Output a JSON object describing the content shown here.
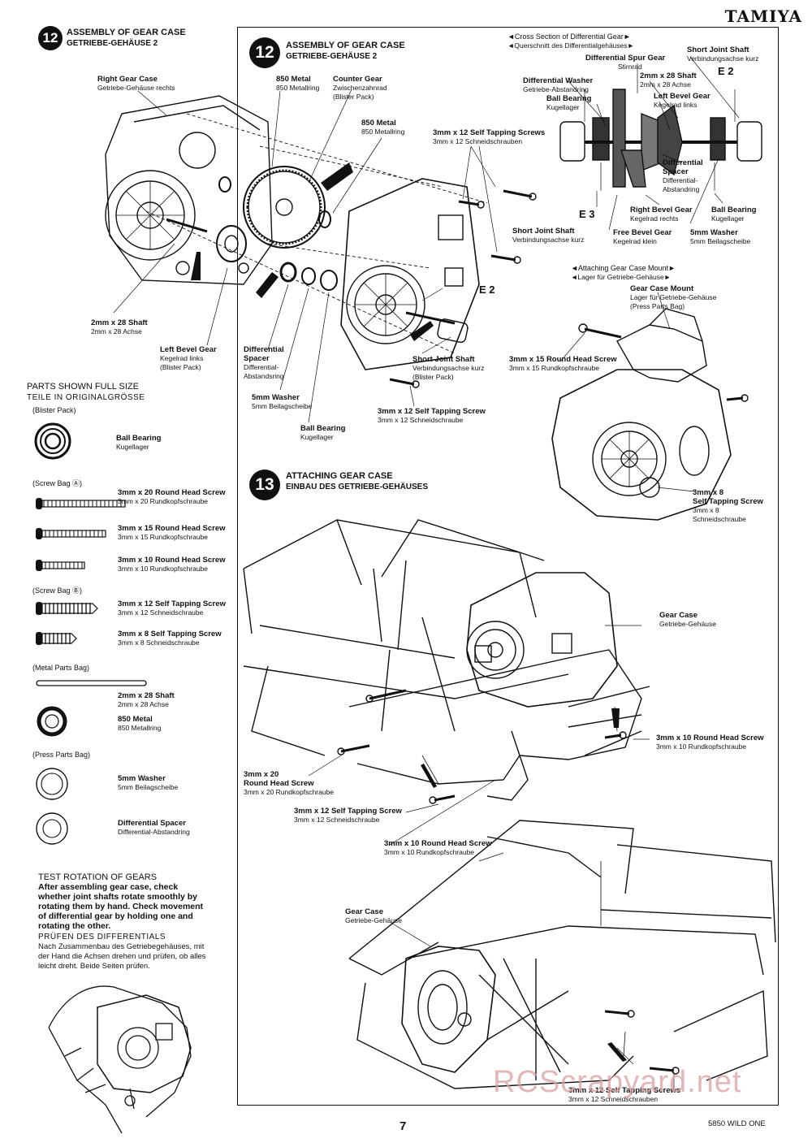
{
  "brand": "TAMIYA",
  "step12_left": {
    "number": "12",
    "title_en": "ASSEMBLY OF GEAR CASE",
    "title_de": "GETRIEBE-GEHÄUSE 2"
  },
  "step12_right": {
    "number": "12",
    "title_en": "ASSEMBLY OF GEAR CASE",
    "title_de": "GETRIEBE-GEHÄUSE 2"
  },
  "step13": {
    "number": "13",
    "title_en": "ATTACHING GEAR CASE",
    "title_de": "EINBAU DES GETRIEBE-GEHÄUSES"
  },
  "labels": {
    "right_gear_case": {
      "en": "Right Gear Case",
      "de": "Getriebe-Gehäuse rechts"
    },
    "metal_850_a": {
      "en": "850 Metal",
      "de": "850 Metallring"
    },
    "counter_gear": {
      "en": "Counter Gear",
      "de": "Zwischenzahnrad",
      "pack": "(Blister Pack)"
    },
    "metal_850_b": {
      "en": "850 Metal",
      "de": "850 Metallring"
    },
    "self_tap_screws": {
      "en": "3mm x 12 Self Tapping Screws",
      "de": "3mm x 12 Schneidschrauben"
    },
    "shaft_2x28": {
      "en": "2mm x 28 Shaft",
      "de": "2mm x 28 Achse"
    },
    "left_bevel_gear": {
      "en": "Left Bevel Gear",
      "de": "Kegelrad links",
      "pack": "(Blister Pack)"
    },
    "diff_spacer": {
      "en": "Differential Spacer",
      "de": "Differential-Abstandsring"
    },
    "short_joint_shaft": {
      "en": "Short Joint Shaft",
      "de": "Verbindungsachse kurz",
      "pack": "(Blister Pack)"
    },
    "e2": "E 2",
    "washer_5mm": {
      "en": "5mm Washer",
      "de": "5mm Beilagscheibe"
    },
    "ball_bearing": {
      "en": "Ball Bearing",
      "de": "Kugellager"
    },
    "self_tap_screw": {
      "en": "3mm x 12 Self Tapping Screw",
      "de": "3mm x 12 Schneidschraube"
    }
  },
  "cross_section": {
    "title_en": "◄Cross Section of Differential Gear►",
    "title_de": "◄Querschnitt des Differentialgehäuses►",
    "short_joint_shaft": {
      "en": "Short Joint Shaft",
      "de": "Verbindungsachse kurz"
    },
    "diff_spur_gear": {
      "en": "Differential Spur Gear",
      "de": "Stirnrad"
    },
    "e2": "E 2",
    "diff_washer": {
      "en": "Differential Washer",
      "de": "Getriebe-Abstandring"
    },
    "shaft": {
      "en": "2mm x 28 Shaft",
      "de": "2mm x 28 Achse"
    },
    "ball_bearing_l": {
      "en": "Ball Bearing",
      "de": "Kugellager"
    },
    "left_bevel": {
      "en": "Left Bevel Gear",
      "de": "Kegelrad links"
    },
    "diff_spacer": {
      "en": "Differential Spacer",
      "de": "Differential-Abstandring"
    },
    "e3": "E 3",
    "right_bevel": {
      "en": "Right Bevel Gear",
      "de": "Kegelrad rechts"
    },
    "ball_bearing_r": {
      "en": "Ball Bearing",
      "de": "Kugellager"
    },
    "short_joint_shaft_2": {
      "en": "Short Joint Shaft",
      "de": "Verbindungsachse kurz"
    },
    "free_bevel": {
      "en": "Free Bevel Gear",
      "de": "Kegelrad klein"
    },
    "washer": {
      "en": "5mm Washer",
      "de": "5mm Beilagscheibe"
    }
  },
  "mount": {
    "title_en": "◄Attaching Gear Case Mount►",
    "title_de": "◄Lager für Getriebe-Gehäuse►",
    "gear_case_mount": {
      "en": "Gear Case Mount",
      "de": "Lager für Getriebe-Gehäuse",
      "pack": "(Press Parts Bag)"
    },
    "round_head_15": {
      "en": "3mm x 15 Round Head Screw",
      "de": "3mm x 15 Rundkopfschraube"
    },
    "self_tap_8": {
      "en": "3mm x 8",
      "en2": "Self Tapping Screw",
      "de": "3mm x 8",
      "de2": "Schneidschraube"
    }
  },
  "step13_labels": {
    "gear_case": {
      "en": "Gear Case",
      "de": "Getriebe-Gehäuse"
    },
    "round_head_10_a": {
      "en": "3mm x 10 Round Head Screw",
      "de": "3mm x 10 Rundkopfschraube"
    },
    "round_head_20": {
      "en": "3mm x 20",
      "en2": "Round Head Screw",
      "de": "3mm x 20 Rundkopfschraube"
    },
    "self_tap_12": {
      "en": "3mm x 12 Self Tapping Screw",
      "de": "3mm x 12 Schneidschraube"
    },
    "round_head_10_b": {
      "en": "3mm x 10 Round Head Screw",
      "de": "3mm x 10 Rundkopfschraube"
    },
    "gear_case_b": {
      "en": "Gear Case",
      "de": "Getriebe-Gehäuse"
    },
    "self_tap_screws_b": {
      "en": "3mm x 12 Self Tapping Screws",
      "de": "3mm x 12 Schneidschrauben"
    }
  },
  "parts": {
    "title_en": "PARTS SHOWN FULL SIZE",
    "title_de": "TEILE IN ORIGINALGRÖSSE",
    "blister_pack": "(Blister Pack)",
    "ball_bearing": {
      "en": "Ball Bearing",
      "de": "Kugellager"
    },
    "screw_bag_a": "(Screw Bag Ⓐ)",
    "rh20": {
      "en": "3mm x 20 Round Head Screw",
      "de": "3mm x 20 Rundkopfschraube"
    },
    "rh15": {
      "en": "3mm x 15 Round Head Screw",
      "de": "3mm x 15 Rundkopfschraube"
    },
    "rh10": {
      "en": "3mm x 10 Round Head Screw",
      "de": "3mm x 10 Rundkopfschraube"
    },
    "screw_bag_b": "(Screw Bag Ⓑ)",
    "st12": {
      "en": "3mm x 12 Self Tapping Screw",
      "de": "3mm x 12 Schneidschraube"
    },
    "st8": {
      "en": "3mm x 8 Self Tapping Screw",
      "de": "3mm x 8 Schneidschraube"
    },
    "metal_parts_bag": "(Metal Parts Bag)",
    "shaft": {
      "en": "2mm x 28 Shaft",
      "de": "2mm x 28 Achse"
    },
    "metal850": {
      "en": "850 Metal",
      "de": "850 Metallring"
    },
    "press_parts_bag": "(Press Parts Bag)",
    "washer": {
      "en": "5mm Washer",
      "de": "5mm Beilagscheibe"
    },
    "diff_spacer": {
      "en": "Differential Spacer",
      "de": "Differential-Abstandring"
    }
  },
  "test_rotation": {
    "heading_en": "TEST ROTATION OF GEARS",
    "body_en": "After assembling gear case, check whether joint shafts rotate smoothly by rotating them by hand. Check movement of differential gear by holding one and rotating the other.",
    "heading_de": "PRÜFEN DES DIFFERENTIALS",
    "body_de": "Nach Zusammenbau des Getriebegehäuses, mit der Hand die Achsen drehen und prüfen, ob alles leicht dreht. Beide Seiten prüfen."
  },
  "footer": {
    "page": "7",
    "model": "5850   WILD ONE"
  },
  "watermark": "RCScrapyard.net"
}
